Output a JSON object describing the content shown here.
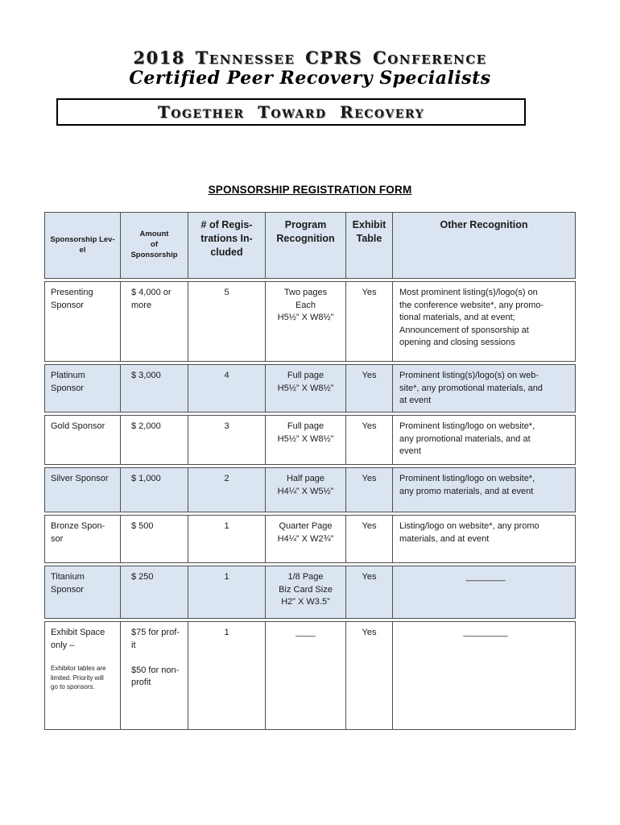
{
  "colors": {
    "shade_blue": "#dbe5f1",
    "table_border": "#4f4f4f",
    "banner_border": "#000000"
  },
  "header": {
    "title_line1": "2018 Tennessee CPRS Conference",
    "title_line2": "Certified Peer Recovery Specialists",
    "banner_text": "Together Toward Recovery"
  },
  "form": {
    "title": "SPONSORSHIP REGISTRATION FORM"
  },
  "table": {
    "headers": {
      "level": "Sponsorship Lev-\nel",
      "amount": "Amount\nof\nSponsorship",
      "registrations": "# of Regis-\ntrations In-\ncluded",
      "program": "Program\nRecognition",
      "exhibit": "Exhibit\nTable",
      "other": "Other Recognition"
    },
    "rows": [
      {
        "level": "Presenting\nSponsor",
        "amount": "$ 4,000 or\nmore",
        "registrations": "5",
        "program": "Two pages\nEach\nH5½” X W8½”",
        "exhibit": "Yes",
        "other": "Most prominent listing(s)/logo(s) on\nthe conference website*, any promo-\ntional materials, and at event;\nAnnouncement of sponsorship at\nopening and closing sessions"
      },
      {
        "level": "Platinum\nSponsor",
        "amount": "$ 3,000",
        "registrations": "4",
        "program": "Full page\nH5½” X W8½”",
        "exhibit": "Yes",
        "other": "Prominent listing(s)/logo(s) on web-\nsite*, any promotional materials, and\nat event"
      },
      {
        "level": "Gold Sponsor",
        "amount": "$ 2,000",
        "registrations": "3",
        "program": "Full page\nH5½” X W8½”",
        "exhibit": "Yes",
        "other": "Prominent listing/logo on website*,\nany promotional materials, and at\nevent"
      },
      {
        "level": "Silver Sponsor",
        "amount": "$ 1,000",
        "registrations": "2",
        "program": "Half page\nH4¼” X W5½”",
        "exhibit": "Yes",
        "other": "Prominent listing/logo on website*,\nany promo materials, and at event"
      },
      {
        "level": "Bronze Spon-\nsor",
        "amount": "$ 500",
        "registrations": "1",
        "program": "Quarter Page\nH4¼” X W2¾”",
        "exhibit": "Yes",
        "other": "Listing/logo on website*, any promo\nmaterials, and at event"
      },
      {
        "level": "Titanium\nSponsor",
        "amount": "$ 250",
        "registrations": "1",
        "program": "1/8 Page\nBiz Card Size\nH2” X W3.5”",
        "exhibit": "Yes",
        "other": "________"
      },
      {
        "level": "Exhibit Space\nonly –",
        "level_note": "Exhibitor tables are\nlimited. Priority will\ngo to sponsors.",
        "amount": "$75 for prof-\nit\n\n$50 for non-\nprofit",
        "registrations": "1",
        "program": "____",
        "exhibit": "Yes",
        "other": "_________"
      }
    ]
  }
}
